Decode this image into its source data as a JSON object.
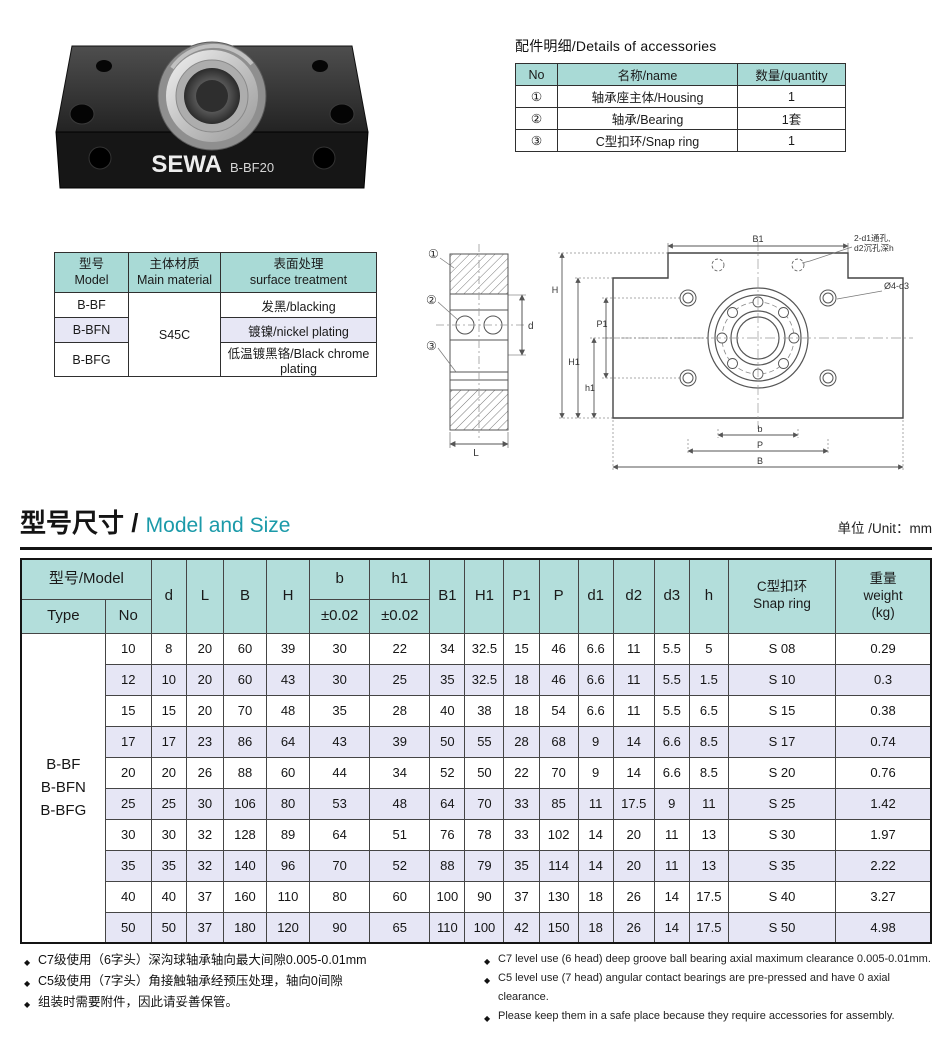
{
  "product": {
    "brand": "SEWA",
    "model": "B-BF20"
  },
  "accessories": {
    "title": "配件明细/Details of accessories",
    "headers": [
      "No",
      "名称/name",
      "数量/quantity"
    ],
    "rows": [
      {
        "no": "①",
        "name": "轴承座主体/Housing",
        "qty": "1"
      },
      {
        "no": "②",
        "name": "轴承/Bearing",
        "qty": "1套"
      },
      {
        "no": "③",
        "name": "C型扣环/Snap ring",
        "qty": "1"
      }
    ]
  },
  "material_table": {
    "headers": [
      {
        "zh": "型号",
        "en": "Model"
      },
      {
        "zh": "主体材质",
        "en": "Main material"
      },
      {
        "zh": "表面处理",
        "en": "surface treatment"
      }
    ],
    "material": "S45C",
    "rows": [
      {
        "model": "B-BF",
        "treatment": "发黑/blacking"
      },
      {
        "model": "B-BFN",
        "treatment": "镀镍/nickel plating"
      },
      {
        "model": "B-BFG",
        "treatment": "低温镀黑铬/Black chrome plating"
      }
    ]
  },
  "drawing": {
    "left": {
      "m1": "①",
      "m2": "②",
      "m3": "③",
      "d": "d",
      "L": "L"
    },
    "right": {
      "B1": "B1",
      "callout_line1": "2-d1通孔,",
      "callout_line2": "d2沉孔深h",
      "callout2": "Ø4-d3",
      "H": "H",
      "H1": "H1",
      "h1": "h1",
      "P1": "P1",
      "b": "b",
      "P": "P",
      "B": "B"
    }
  },
  "section": {
    "title_zh": "型号尺寸 / ",
    "title_en": "Model and Size",
    "unit": "单位 /Unit：mm"
  },
  "size_table": {
    "header": {
      "model": "型号/Model",
      "type": "Type",
      "no": "No",
      "d": "d",
      "L": "L",
      "B": "B",
      "H": "H",
      "b": "b",
      "h1": "h1",
      "tol": "±0.02",
      "B1": "B1",
      "H1": "H1",
      "P1": "P1",
      "P": "P",
      "d1": "d1",
      "d2": "d2",
      "d3": "d3",
      "h": "h",
      "snap_zh": "C型扣环",
      "snap_en": "Snap ring",
      "weight_zh": "重量",
      "weight_en": "weight",
      "weight_kg": "(kg)"
    },
    "type_models": [
      "B-BF",
      "B-BFN",
      "B-BFG"
    ],
    "rows": [
      [
        "10",
        "8",
        "20",
        "60",
        "39",
        "30",
        "22",
        "34",
        "32.5",
        "15",
        "46",
        "6.6",
        "11",
        "5.5",
        "5",
        "S 08",
        "0.29"
      ],
      [
        "12",
        "10",
        "20",
        "60",
        "43",
        "30",
        "25",
        "35",
        "32.5",
        "18",
        "46",
        "6.6",
        "11",
        "5.5",
        "1.5",
        "S 10",
        "0.3"
      ],
      [
        "15",
        "15",
        "20",
        "70",
        "48",
        "35",
        "28",
        "40",
        "38",
        "18",
        "54",
        "6.6",
        "11",
        "5.5",
        "6.5",
        "S 15",
        "0.38"
      ],
      [
        "17",
        "17",
        "23",
        "86",
        "64",
        "43",
        "39",
        "50",
        "55",
        "28",
        "68",
        "9",
        "14",
        "6.6",
        "8.5",
        "S 17",
        "0.74"
      ],
      [
        "20",
        "20",
        "26",
        "88",
        "60",
        "44",
        "34",
        "52",
        "50",
        "22",
        "70",
        "9",
        "14",
        "6.6",
        "8.5",
        "S 20",
        "0.76"
      ],
      [
        "25",
        "25",
        "30",
        "106",
        "80",
        "53",
        "48",
        "64",
        "70",
        "33",
        "85",
        "11",
        "17.5",
        "9",
        "11",
        "S 25",
        "1.42"
      ],
      [
        "30",
        "30",
        "32",
        "128",
        "89",
        "64",
        "51",
        "76",
        "78",
        "33",
        "102",
        "14",
        "20",
        "11",
        "13",
        "S 30",
        "1.97"
      ],
      [
        "35",
        "35",
        "32",
        "140",
        "96",
        "70",
        "52",
        "88",
        "79",
        "35",
        "114",
        "14",
        "20",
        "11",
        "13",
        "S 35",
        "2.22"
      ],
      [
        "40",
        "40",
        "37",
        "160",
        "110",
        "80",
        "60",
        "100",
        "90",
        "37",
        "130",
        "18",
        "26",
        "14",
        "17.5",
        "S 40",
        "3.27"
      ],
      [
        "50",
        "50",
        "37",
        "180",
        "120",
        "90",
        "65",
        "110",
        "100",
        "42",
        "150",
        "18",
        "26",
        "14",
        "17.5",
        "S 50",
        "4.98"
      ]
    ]
  },
  "notes": {
    "zh": [
      "C7级使用（6字头）深沟球轴承轴向最大间隙0.005-0.01mm",
      "C5级使用（7字头）角接触轴承经预压处理，轴向0间隙",
      "组装时需要附件，因此请妥善保管。"
    ],
    "en": [
      "C7 level use (6 head) deep groove ball bearing axial maximum clearance 0.005-0.01mm.",
      "C5 level use (7 head) angular contact bearings are pre-pressed and have 0 axial clearance.",
      "Please keep them in a safe place because they require accessories for assembly."
    ]
  }
}
